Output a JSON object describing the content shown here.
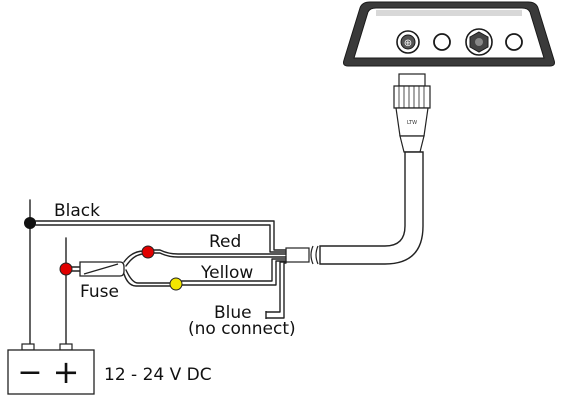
{
  "labels": {
    "black": "Black",
    "red": "Red",
    "yellow": "Yellow",
    "fuse": "Fuse",
    "blue": "Blue",
    "no_connect": "(no connect)",
    "voltage": "12 - 24 V DC",
    "battery_minus": "−",
    "battery_plus": "+",
    "connector_text": "LTW"
  },
  "colors": {
    "red_dot": "#e00000",
    "yellow_dot": "#f2e600",
    "black_dot": "#111111",
    "device_fill": "#3a3a3a",
    "line": "#222222"
  },
  "icons": {
    "device": "gps-module-icon",
    "battery": "battery-icon",
    "fuse": "fuse-icon",
    "connector": "connector-icon"
  }
}
